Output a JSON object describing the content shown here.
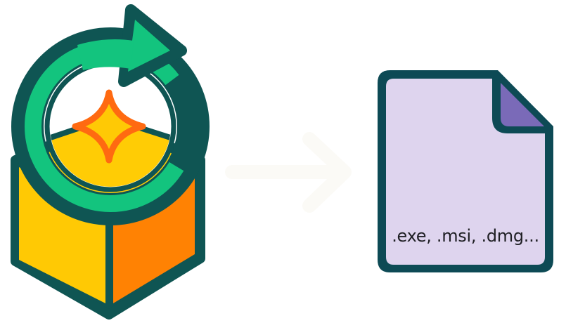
{
  "diagram": {
    "type": "conversion-illustration",
    "source": {
      "label": "package-update-icon",
      "description": "Box with circular refresh arrow and sparkle"
    },
    "connector": {
      "label": "right-arrow"
    },
    "target": {
      "label": "executable-file-icon",
      "text": ".exe, .msi, .dmg..."
    }
  },
  "colors": {
    "outline": "#0f5553",
    "ring_green": "#13c47e",
    "box_left": "#ffc904",
    "box_right": "#ff8203",
    "box_top": "#ffcc05",
    "sparkle_stroke": "#ff6a11",
    "sparkle_fill": "#ffc905",
    "file_fill": "#ded4ee",
    "file_fold": "#7a6ab8",
    "file_outline": "#0d4a55",
    "arrow": "#fbfaf6",
    "background": "#ffffff"
  }
}
